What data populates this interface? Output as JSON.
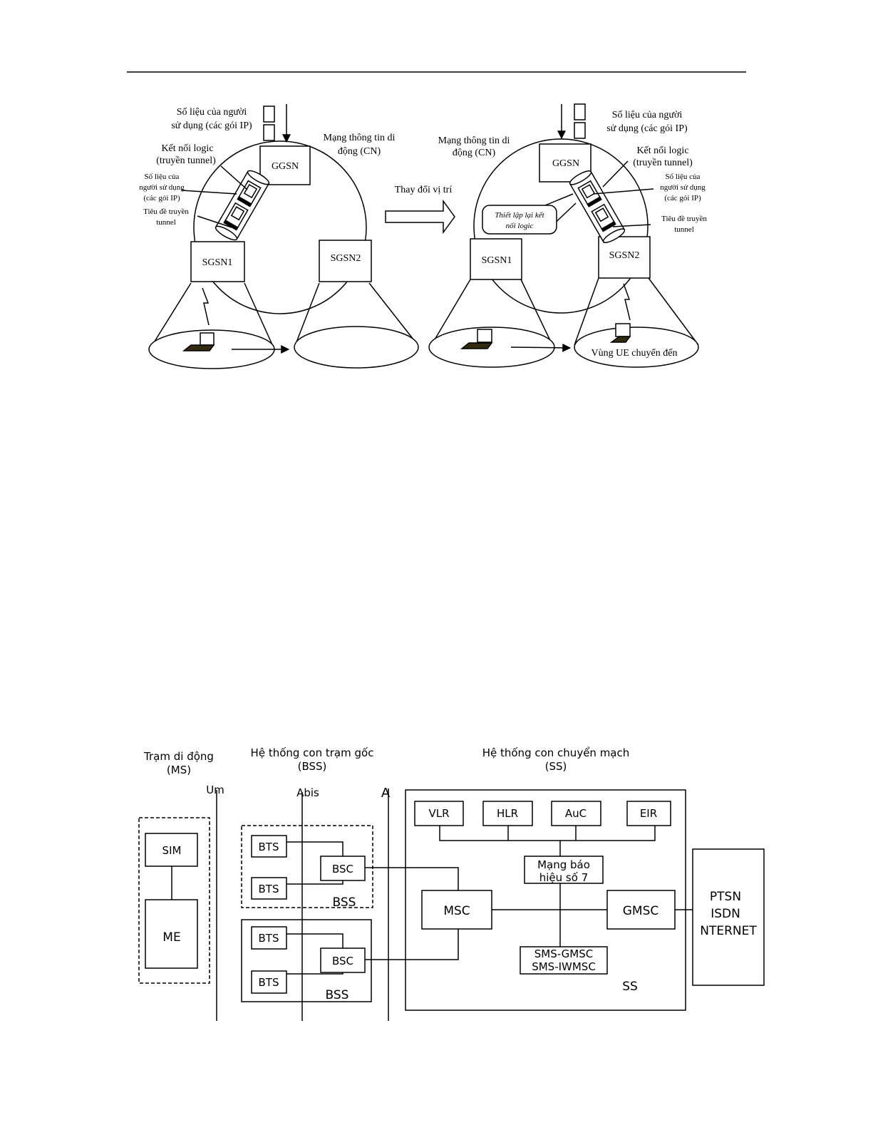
{
  "figure1": {
    "left": {
      "user_data_label": [
        "Số liệu của người",
        "sử dụng (các gói IP)"
      ],
      "logic_conn_label": [
        "Kết nối logic",
        "(truyền tunnel)"
      ],
      "inner_data_label": [
        "Số liệu của",
        "người sử dụng",
        "(các gói IP)"
      ],
      "tunnel_header_label": [
        "Tiêu đề  truyền",
        "tunnel"
      ],
      "cn_label": [
        "Mạng thông tin di",
        "động (CN)"
      ],
      "ggsn": "GGSN",
      "sgsn1": "SGSN1",
      "sgsn2": "SGSN2"
    },
    "move_label": "Thay đổi vị trí",
    "right": {
      "user_data_label": [
        "Số liệu của người",
        "sử dụng (các gói IP)"
      ],
      "cn_label": [
        "Mạng thông tin di",
        "động (CN)"
      ],
      "logic_conn_label": [
        "Kết nối logic",
        "(truyền tunnel)"
      ],
      "inner_data_label": [
        "Số liệu của",
        "người sử dụng",
        "(các gói IP)"
      ],
      "tunnel_header_label": [
        "Tiêu đề  truyền",
        "tunnel"
      ],
      "reconnect_label": [
        "Thiết lập lại kết",
        "nối logic"
      ],
      "ggsn": "GGSN",
      "sgsn1": "SGSN1",
      "sgsn2": "SGSN2",
      "ue_region_label": "Vùng UE chuyển đến"
    }
  },
  "figure2": {
    "ms_title": [
      "Trạm di động",
      "(MS)"
    ],
    "bss_title": [
      "Hệ thống con trạm gốc",
      "(BSS)"
    ],
    "ss_title": [
      "Hệ thống con chuyển mạch",
      "(SS)"
    ],
    "iface_um": "Um",
    "iface_abis": "Abis",
    "iface_a": "A",
    "sim": "SIM",
    "me": "ME",
    "bts": "BTS",
    "bsc": "BSC",
    "bss_label": "BSS",
    "vlr": "VLR",
    "hlr": "HLR",
    "auc": "AuC",
    "eir": "EIR",
    "ss7": [
      "Mạng báo",
      "hiệu số 7"
    ],
    "msc": "MSC",
    "gmsc": "GMSC",
    "sms": [
      "SMS-GMSC",
      "SMS-IWMSC"
    ],
    "ss_label": "SS",
    "external": [
      "PTSN",
      "ISDN",
      "NTERNET"
    ]
  }
}
